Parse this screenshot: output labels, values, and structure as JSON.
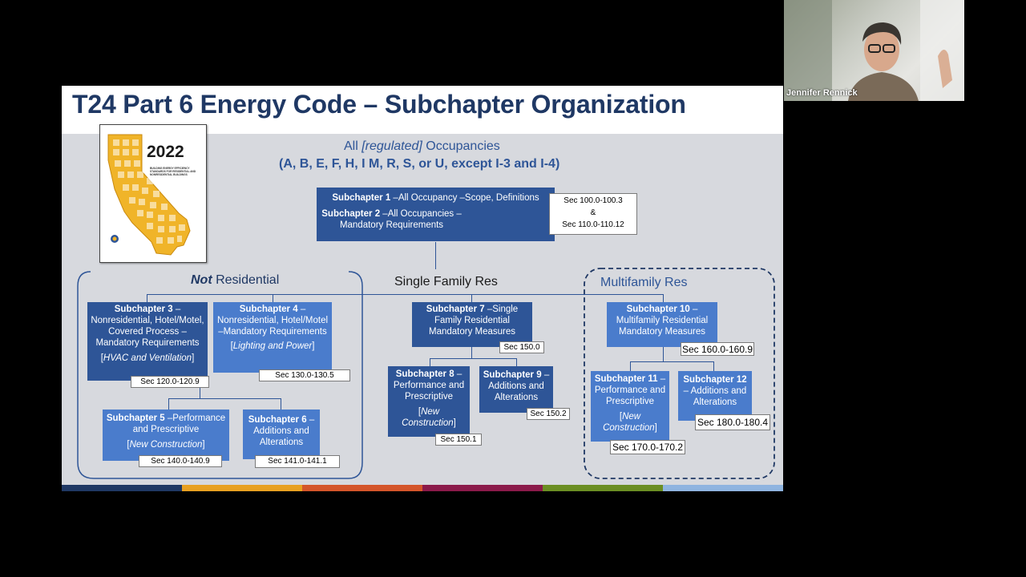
{
  "slide": {
    "title": "T24 Part 6 Energy Code – Subchapter Organization",
    "book": {
      "year": "2022",
      "subtitle": "BUILDING ENERGY EFFICIENCY STANDARDS FOR RESIDENTIAL AND NONRESIDENTIAL BUILDINGS"
    },
    "occupancies": {
      "line1_pre": "All ",
      "line1_em": "[regulated]",
      "line1_post": " Occupancies",
      "line2": "(A, B, E, F, H, I M, R, S, or U, except I-3 and I-4)"
    },
    "top_box": {
      "line1_bold": "Subchapter 1",
      "line1_rest": " –All Occupancy –Scope, Definitions",
      "line2_bold": "Subchapter 2",
      "line2_rest": " –All Occupancies – Mandatory Requirements",
      "sec_a": "Sec 100.0-100.3",
      "amp": "&",
      "sec_b": "Sec 110.0-110.12"
    },
    "groups": {
      "not_res_em": "Not",
      "not_res_rest": " Residential",
      "single_family": "Single Family Res",
      "multifamily": "Multifamily Res"
    },
    "sub3": {
      "bold": "Subchapter 3",
      "text": " – Nonresidential, Hotel/Motel, Covered Process –Mandatory Requirements",
      "em": "HVAC and Ventilation",
      "sec": "Sec 120.0-120.9"
    },
    "sub4": {
      "bold": "Subchapter 4",
      "text": " – Nonresidential, Hotel/Motel –Mandatory Requirements",
      "em": "Lighting and Power",
      "sec": "Sec 130.0-130.5"
    },
    "sub5": {
      "bold": "Subchapter 5",
      "text": " –Performance and Prescriptive",
      "em": "New Construction",
      "sec": "Sec 140.0-140.9"
    },
    "sub6": {
      "bold": "Subchapter 6",
      "text": " – Additions and Alterations",
      "sec": "Sec 141.0-141.1"
    },
    "sub7": {
      "bold": "Subchapter 7",
      "text": " –Single Family Residential Mandatory Measures",
      "sec": "Sec 150.0"
    },
    "sub8": {
      "bold": "Subchapter 8",
      "text": " – Performance and Prescriptive",
      "em": "New Construction",
      "sec": "Sec 150.1"
    },
    "sub9": {
      "bold": "Subchapter 9",
      "text": " – Additions and Alterations",
      "sec": "Sec 150.2"
    },
    "sub10": {
      "bold": "Subchapter 10",
      "text": " – Multifamily Residential Mandatory Measures",
      "sec": "Sec 160.0-160.9"
    },
    "sub11": {
      "bold": "Subchapter 11",
      "text": " – Performance  and Prescriptive",
      "em": "New Construction",
      "sec": "Sec 170.0-170.2"
    },
    "sub12": {
      "bold": "Subchapter 12",
      "text": " – Additions and Alterations",
      "sec": "Sec 180.0-180.4"
    },
    "stripe_colors": [
      "#1f3864",
      "#e8a020",
      "#d4552a",
      "#8b1a4a",
      "#6b8e23",
      "#8fb4e0"
    ]
  },
  "webcam": {
    "name": "Jennifer Rennick"
  }
}
